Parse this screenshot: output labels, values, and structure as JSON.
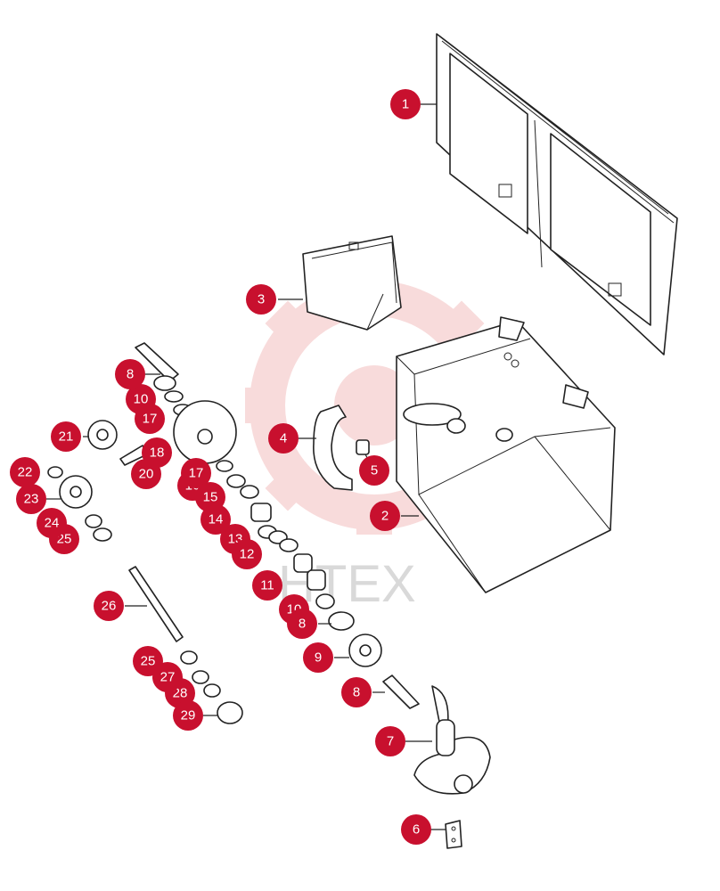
{
  "watermark": {
    "text": "HTEX",
    "logo": "gear-watermark-icon"
  },
  "colors": {
    "callout": "#c8102e",
    "callout_text": "#ffffff",
    "line": "#222222"
  },
  "callouts": [
    {
      "id": "c1",
      "label": "1"
    },
    {
      "id": "c2",
      "label": "2"
    },
    {
      "id": "c3",
      "label": "3"
    },
    {
      "id": "c4",
      "label": "4"
    },
    {
      "id": "c5",
      "label": "5"
    },
    {
      "id": "c6",
      "label": "6"
    },
    {
      "id": "c7",
      "label": "7"
    },
    {
      "id": "c8a",
      "label": "8"
    },
    {
      "id": "c8b",
      "label": "8"
    },
    {
      "id": "c8c",
      "label": "8"
    },
    {
      "id": "c9",
      "label": "9"
    },
    {
      "id": "c10a",
      "label": "10"
    },
    {
      "id": "c10b",
      "label": "10"
    },
    {
      "id": "c11",
      "label": "11"
    },
    {
      "id": "c12",
      "label": "12"
    },
    {
      "id": "c13",
      "label": "13"
    },
    {
      "id": "c14",
      "label": "14"
    },
    {
      "id": "c15",
      "label": "15"
    },
    {
      "id": "c16",
      "label": "16"
    },
    {
      "id": "c17a",
      "label": "17"
    },
    {
      "id": "c17b",
      "label": "17"
    },
    {
      "id": "c18",
      "label": "18"
    },
    {
      "id": "c20",
      "label": "20"
    },
    {
      "id": "c21",
      "label": "21"
    },
    {
      "id": "c22",
      "label": "22"
    },
    {
      "id": "c23",
      "label": "23"
    },
    {
      "id": "c24",
      "label": "24"
    },
    {
      "id": "c25a",
      "label": "25"
    },
    {
      "id": "c25b",
      "label": "25"
    },
    {
      "id": "c26",
      "label": "26"
    },
    {
      "id": "c27",
      "label": "27"
    },
    {
      "id": "c28",
      "label": "28"
    },
    {
      "id": "c29",
      "label": "29"
    }
  ]
}
